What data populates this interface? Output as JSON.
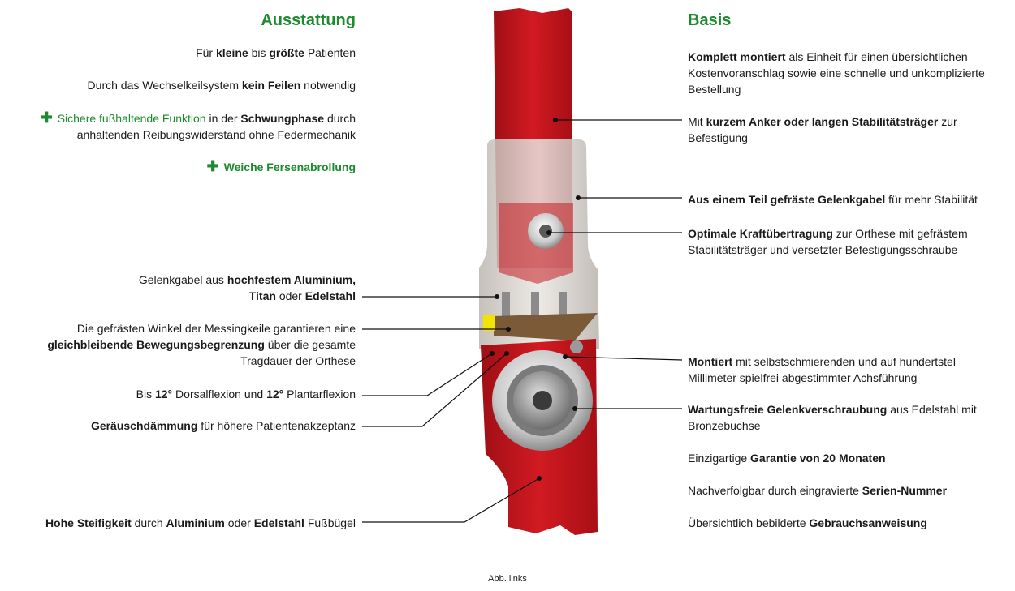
{
  "headings": {
    "left": "Ausstattung",
    "right": "Basis"
  },
  "left_items": [
    {
      "parts": [
        [
          "Für ",
          false
        ],
        [
          "kleine",
          true
        ],
        [
          " bis ",
          false
        ],
        [
          "größte",
          true
        ],
        [
          " Patienten",
          false
        ]
      ]
    },
    {
      "parts": [
        [
          "Durch das Wechselkeilsystem ",
          false
        ],
        [
          "kein Feilen",
          true
        ],
        [
          " notwendig",
          false
        ]
      ]
    },
    {
      "parts": [
        [
          "Sichere fußhaltende Funktion",
          false,
          "green"
        ],
        [
          " in der ",
          false
        ],
        [
          "Schwungphase",
          true
        ],
        [
          " durch anhaltenden Reibungswiderstand ohne Federmechanik",
          false
        ]
      ],
      "plus": true
    },
    {
      "parts": [
        [
          "Weiche Fersenabrollung",
          true,
          "green"
        ]
      ],
      "plus": true
    },
    {
      "parts": [
        [
          "Gelenkgabel aus ",
          false
        ],
        [
          "hochfestem Aluminium,",
          true
        ],
        [
          "\n",
          false
        ],
        [
          "Titan",
          true
        ],
        [
          " oder ",
          false
        ],
        [
          "Edelstahl",
          true
        ]
      ]
    },
    {
      "parts": [
        [
          "Die gefrästen Winkel der Messingkeile garantieren eine ",
          false
        ],
        [
          "gleichbleibende Bewegungsbegrenzung",
          true
        ],
        [
          " über die gesamte Tragdauer der Orthese",
          false
        ]
      ]
    },
    {
      "parts": [
        [
          "Bis ",
          false
        ],
        [
          "12°",
          true
        ],
        [
          " Dorsalflexion und ",
          false
        ],
        [
          "12°",
          true
        ],
        [
          " Plantarflexion",
          false
        ]
      ]
    },
    {
      "parts": [
        [
          "Geräuschdämmung",
          true
        ],
        [
          " für höhere Patientenakzeptanz",
          false
        ]
      ]
    },
    {
      "parts": [
        [
          "Hohe Steifigkeit",
          true
        ],
        [
          " durch ",
          false
        ],
        [
          "Aluminium",
          true
        ],
        [
          " oder ",
          false
        ],
        [
          "Edelstahl",
          true
        ],
        [
          " Fußbügel",
          false
        ]
      ]
    }
  ],
  "right_items": [
    {
      "parts": [
        [
          "Komplett montiert",
          true
        ],
        [
          " als Einheit für einen übersichtlichen Kostenvoranschlag sowie eine schnelle und unkomplizierte Bestellung",
          false
        ]
      ]
    },
    {
      "parts": [
        [
          "Mit ",
          false
        ],
        [
          "kurzem Anker oder langen Stabilitätsträger",
          true
        ],
        [
          " zur Befestigung",
          false
        ]
      ]
    },
    {
      "parts": [
        [
          "Aus einem Teil gefräste Gelenkgabel",
          true
        ],
        [
          " für mehr Stabilität",
          false
        ]
      ]
    },
    {
      "parts": [
        [
          "Optimale Kraftübertragung",
          true
        ],
        [
          " zur Orthese mit gefrästem Stabilitätsträger und versetzter Befestigungsschraube",
          false
        ]
      ]
    },
    {
      "parts": [
        [
          "Montiert",
          true
        ],
        [
          " mit selbstschmierenden und auf hundertstel Millimeter spielfrei abgestimmter Achsführung",
          false
        ]
      ]
    },
    {
      "parts": [
        [
          "Wartungsfreie Gelenkverschraubung",
          true
        ],
        [
          " aus Edelstahl mit Bronzebuchse",
          false
        ]
      ]
    },
    {
      "parts": [
        [
          "Einzigartige ",
          false
        ],
        [
          "Garantie von 20 Monaten",
          true
        ]
      ]
    },
    {
      "parts": [
        [
          "Nachverfolgbar durch eingravierte ",
          false
        ],
        [
          "Serien-Nummer",
          true
        ]
      ]
    },
    {
      "parts": [
        [
          "Übersichtlich bebilderte ",
          false
        ],
        [
          "Gebrauchsanweisung",
          true
        ]
      ]
    }
  ],
  "caption": "Abb. links",
  "colors": {
    "accent": "#1e8a2e",
    "bar_red": "#c8161d",
    "housing": "#d9d4cf"
  }
}
